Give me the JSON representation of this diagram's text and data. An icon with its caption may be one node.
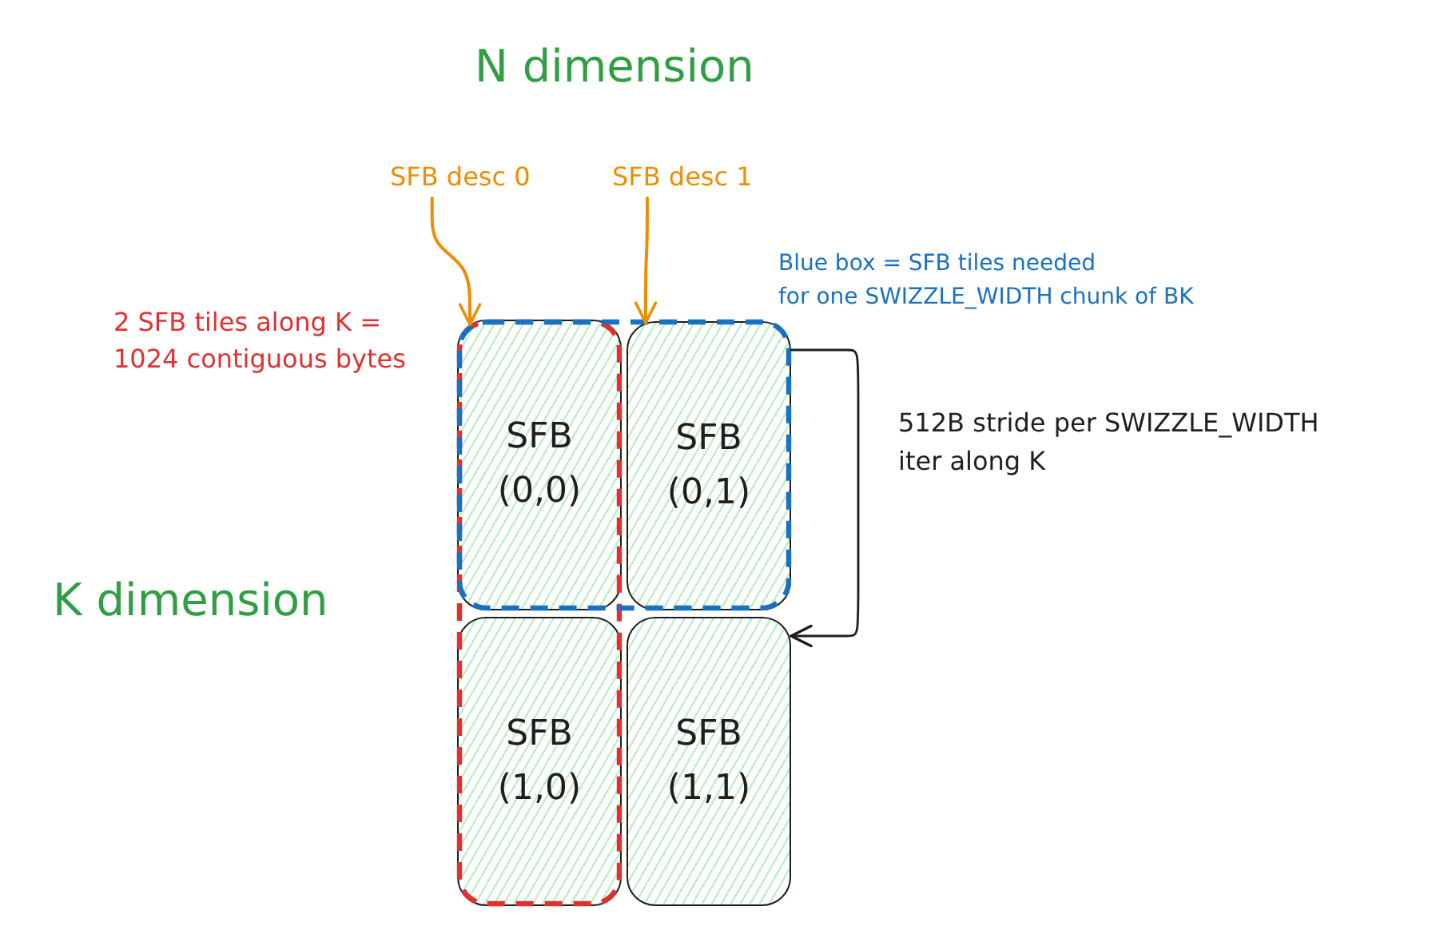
{
  "diagram": {
    "nodes": [
      {
        "text": [
          "SFB desc 0"
        ]
      },
      {
        "text": [
          "SFB desc 1"
        ]
      },
      {
        "text": [
          "SFB (0,0)"
        ]
      },
      {
        "text": [
          "SFB (0,1)"
        ]
      },
      {
        "text": [
          "SFB (1,0)"
        ]
      },
      {
        "text": [
          "SFB (1,1)"
        ]
      }
    ],
    "edges": [
      {
        "from": 0,
        "to": 2,
        "arrow": "to"
      },
      {
        "from": 1,
        "to": 3,
        "arrow": "to"
      },
      {
        "from": 3,
        "to": 5,
        "arrow": "to",
        "label": "512B stride per SWIZZLE_WIDTH iter along K",
        "color": "#1e1e1e"
      }
    ],
    "labels": [
      "N dimension",
      "Blue box = SFB tiles needed for one SWIZZLE_WIDTH chunk of BK",
      "2 SFB tiles along K = 1024 contiguous bytes",
      "K dimension"
    ]
  }
}
